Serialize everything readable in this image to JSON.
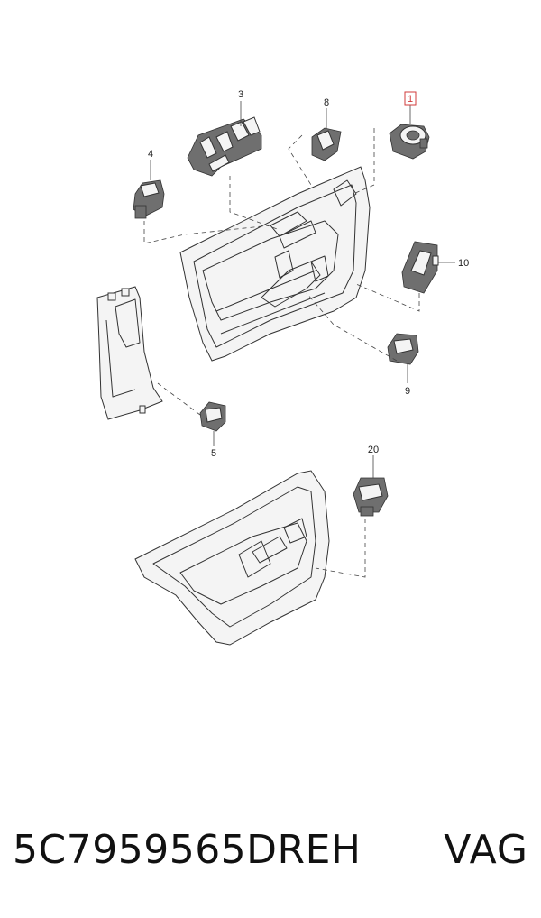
{
  "diagram": {
    "labels": {
      "p1": "1",
      "p3": "3",
      "p4": "4",
      "p5": "5",
      "p8": "8",
      "p9": "9",
      "p10": "10",
      "p20": "20"
    },
    "highlighted_part": "1",
    "highlight_color": "#d23b3b"
  },
  "footer": {
    "part_number": "5C7959565DREH",
    "brand": "VAG"
  }
}
